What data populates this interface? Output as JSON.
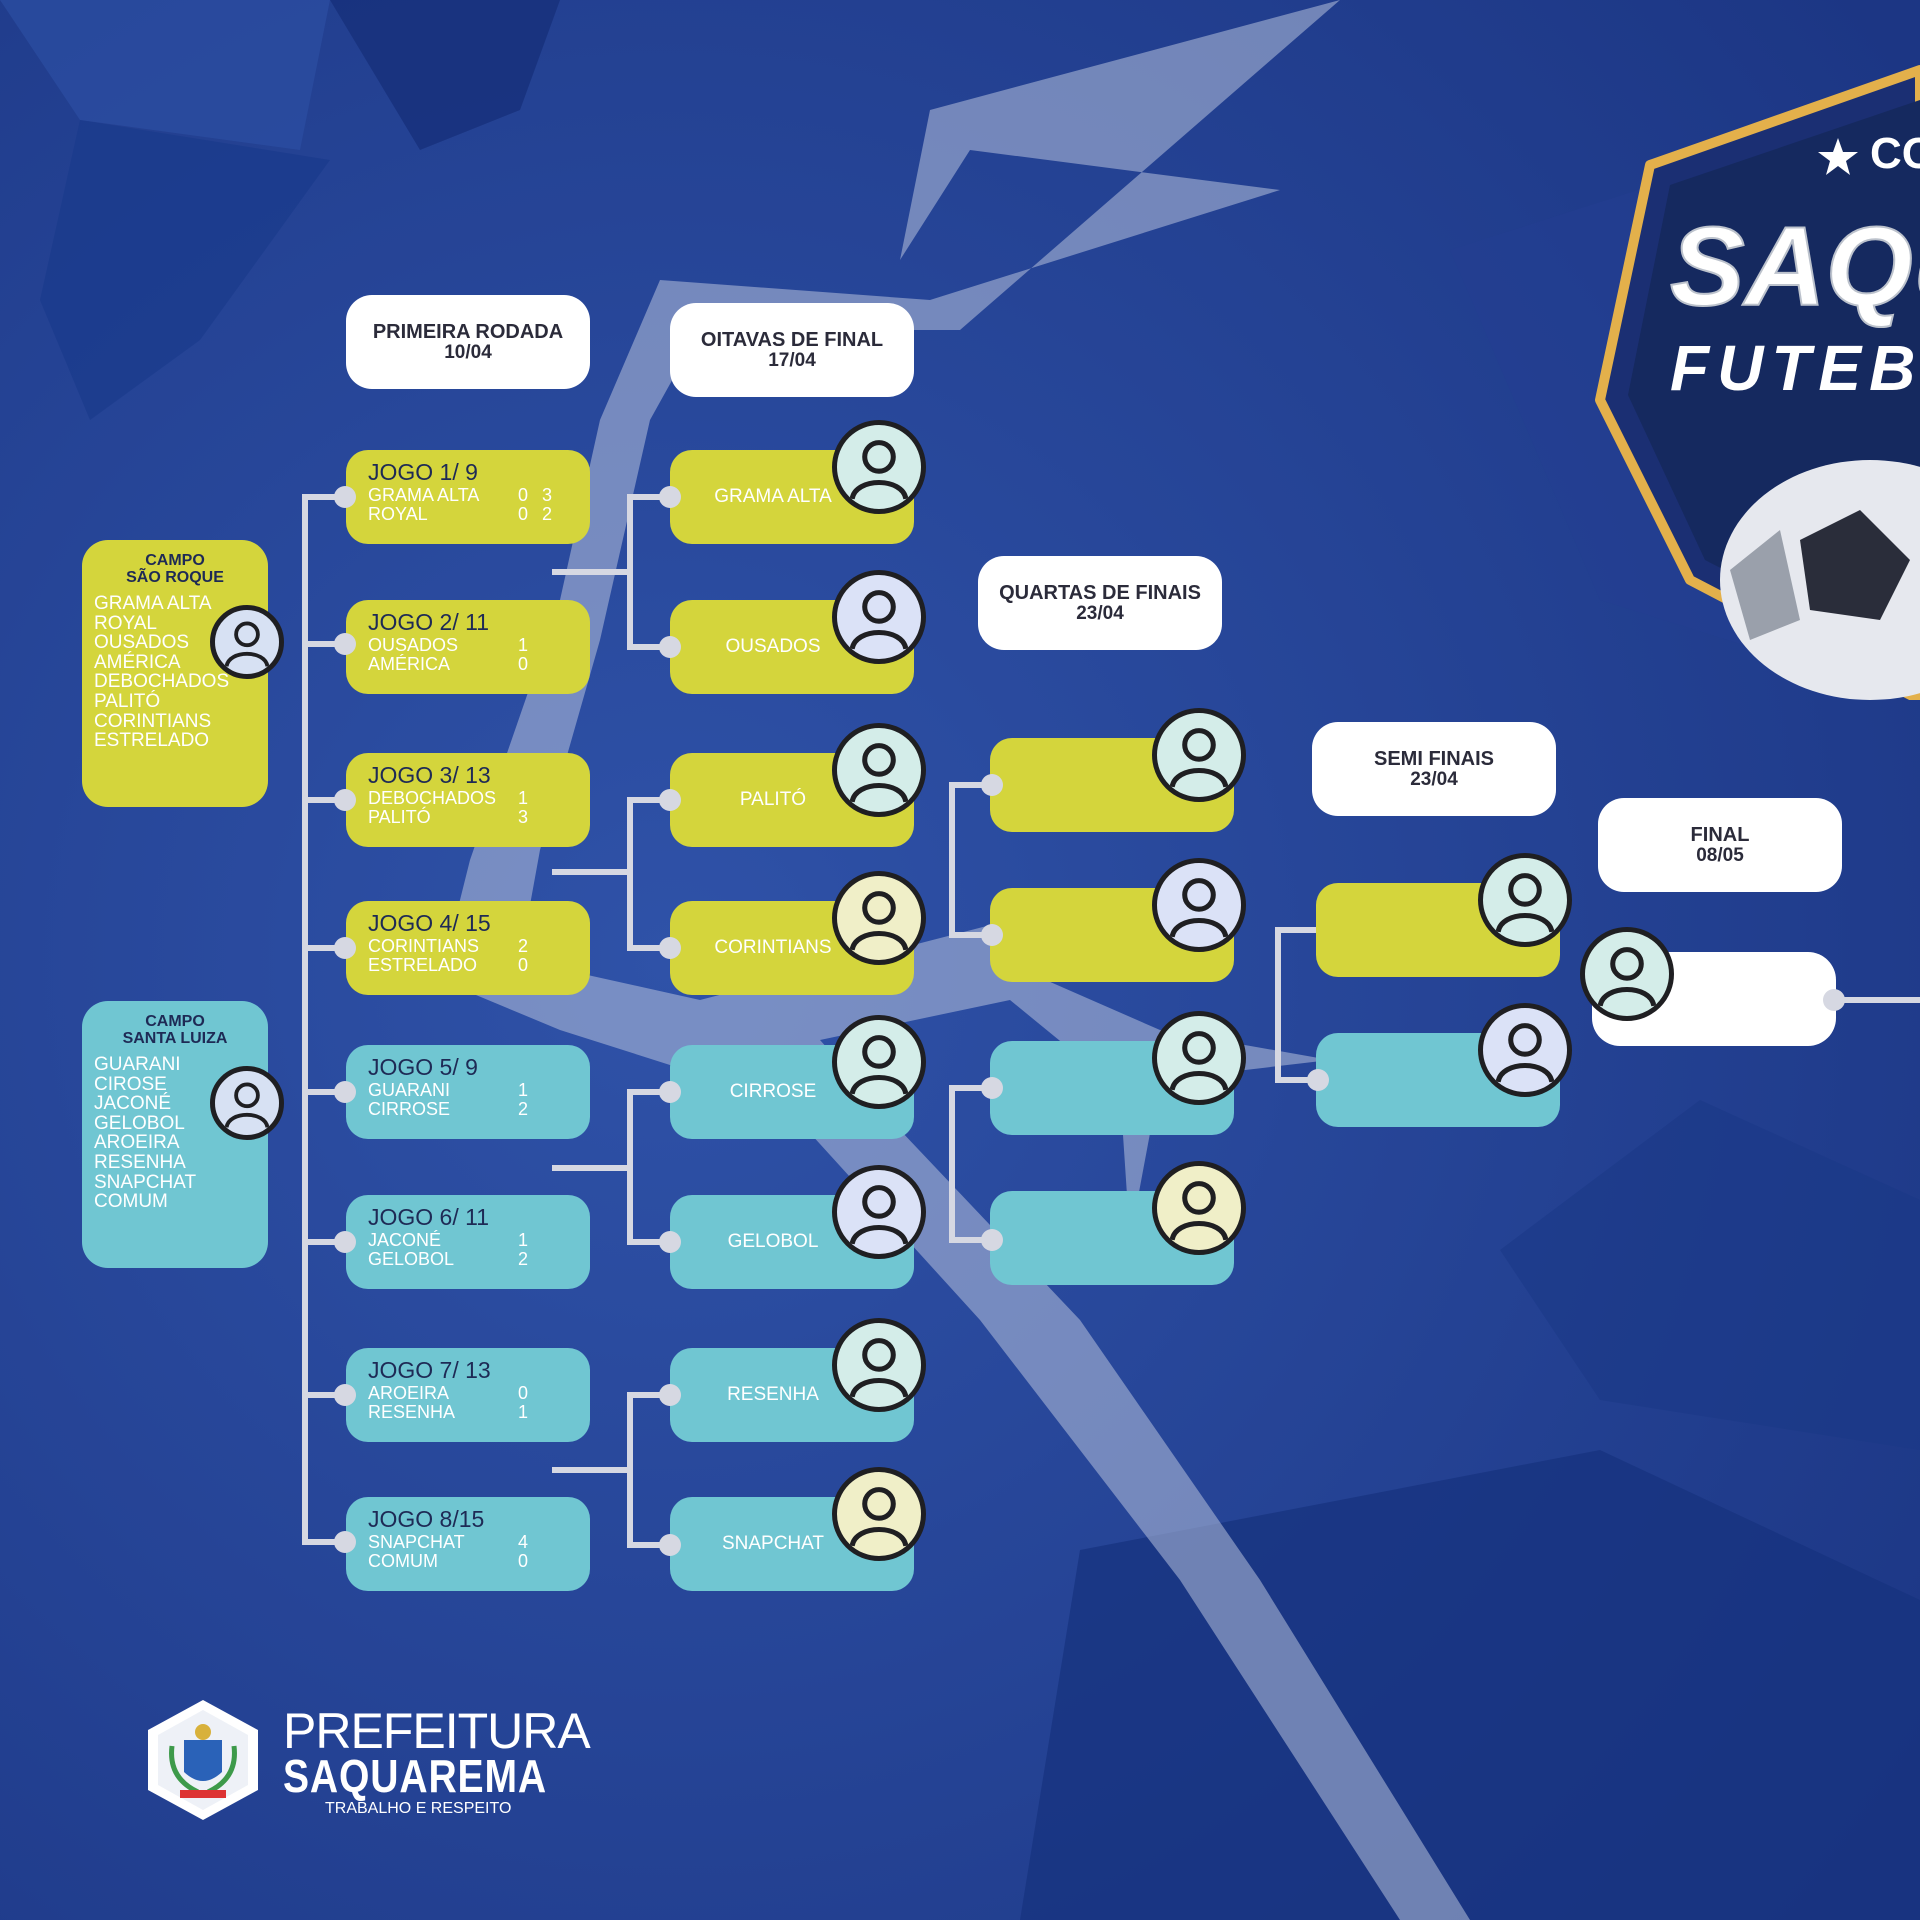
{
  "headers": {
    "r1": {
      "title": "PRIMEIRA RODADA",
      "date": "10/04"
    },
    "r16": {
      "title": "OITAVAS DE FINAL",
      "date": "17/04"
    },
    "qf": {
      "title": "QUARTAS DE FINAIS",
      "date": "23/04"
    },
    "sf": {
      "title": "SEMI FINAIS",
      "date": "23/04"
    },
    "final": {
      "title": "FINAL",
      "date": "08/05"
    }
  },
  "campos": [
    {
      "title_1": "CAMPO",
      "title_2": "SÃO ROQUE",
      "teams": [
        "GRAMA ALTA",
        "ROYAL",
        "OUSADOS",
        "AMÉRICA",
        "DEBOCHADOS",
        "PALITÓ",
        "CORINTIANS",
        "ESTRELADO"
      ]
    },
    {
      "title_1": "CAMPO",
      "title_2": "SANTA LUIZA",
      "teams": [
        "GUARANI",
        "CIROSE",
        "JACONÉ",
        "GELOBOL",
        "AROEIRA",
        "RESENHA",
        "SNAPCHAT",
        "COMUM"
      ]
    }
  ],
  "games": [
    {
      "title": "JOGO 1/ 9",
      "team_a": "GRAMA ALTA",
      "score_a": "0",
      "extra_a": "3",
      "team_b": "ROYAL",
      "score_b": "0",
      "extra_b": "2"
    },
    {
      "title": "JOGO 2/ 11",
      "team_a": "OUSADOS",
      "score_a": "1",
      "extra_a": "",
      "team_b": "AMÉRICA",
      "score_b": "0",
      "extra_b": ""
    },
    {
      "title": "JOGO 3/ 13",
      "team_a": "DEBOCHADOS",
      "score_a": "1",
      "extra_a": "",
      "team_b": "PALITÓ",
      "score_b": "3",
      "extra_b": ""
    },
    {
      "title": "JOGO 4/ 15",
      "team_a": "CORINTIANS",
      "score_a": "2",
      "extra_a": "",
      "team_b": "ESTRELADO",
      "score_b": "0",
      "extra_b": ""
    },
    {
      "title": "JOGO 5/ 9",
      "team_a": "GUARANI",
      "score_a": "1",
      "extra_a": "",
      "team_b": "CIRROSE",
      "score_b": "2",
      "extra_b": ""
    },
    {
      "title": "JOGO 6/ 11",
      "team_a": "JACONÉ",
      "score_a": "1",
      "extra_a": "",
      "team_b": "GELOBOL",
      "score_b": "2",
      "extra_b": ""
    },
    {
      "title": "JOGO 7/ 13",
      "team_a": "AROEIRA",
      "score_a": "0",
      "extra_a": "",
      "team_b": "RESENHA",
      "score_b": "1",
      "extra_b": ""
    },
    {
      "title": "JOGO 8/15",
      "team_a": "SNAPCHAT",
      "score_a": "4",
      "extra_a": "",
      "team_b": "COMUM",
      "score_b": "0",
      "extra_b": ""
    }
  ],
  "round_of_16": [
    "GRAMA ALTA",
    "OUSADOS",
    "PALITÓ",
    "CORINTIANS",
    "CIRROSE",
    "GELOBOL",
    "RESENHA",
    "SNAPCHAT"
  ],
  "quarterfinals": [
    "",
    "",
    "",
    ""
  ],
  "semifinals": [
    "",
    ""
  ],
  "final": [
    ""
  ],
  "footer": {
    "line1": "PREFEITURA",
    "line2": "SAQUAREMA",
    "line3": "TRABALHO E RESPEITO"
  },
  "logo": {
    "top": "CO",
    "main": "SAQU",
    "sub": "FUTEBOL"
  },
  "colors": {
    "background": "#21408f",
    "yellow": "#d4d53c",
    "cyan": "#70c6d2",
    "white": "#ffffff",
    "connector": "#d6d8e2",
    "gold": "#e3b04b"
  },
  "icons": [
    "user-avatar-icon",
    "star-icon",
    "coat-of-arms-icon",
    "soccer-ball-icon"
  ]
}
